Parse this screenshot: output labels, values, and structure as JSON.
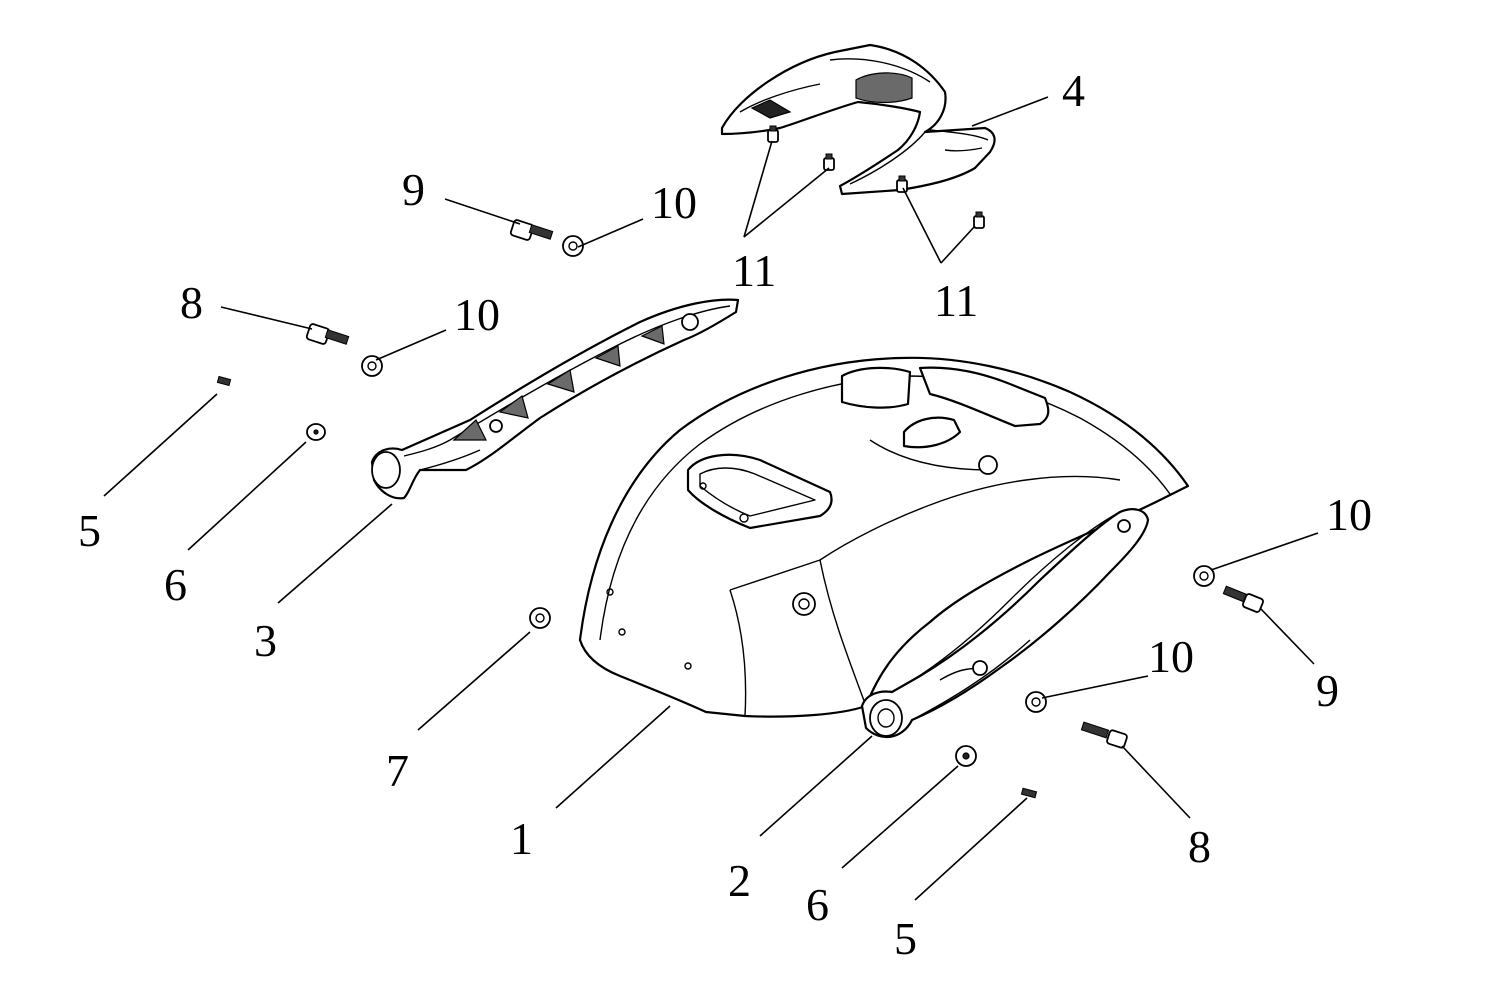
{
  "diagram": {
    "callouts": [
      {
        "id": "c1",
        "label": "1"
      },
      {
        "id": "c2",
        "label": "2"
      },
      {
        "id": "c3",
        "label": "3"
      },
      {
        "id": "c4",
        "label": "4"
      },
      {
        "id": "c5a",
        "label": "5"
      },
      {
        "id": "c5b",
        "label": "5"
      },
      {
        "id": "c6a",
        "label": "6"
      },
      {
        "id": "c6b",
        "label": "6"
      },
      {
        "id": "c7",
        "label": "7"
      },
      {
        "id": "c8a",
        "label": "8"
      },
      {
        "id": "c8b",
        "label": "8"
      },
      {
        "id": "c9a",
        "label": "9"
      },
      {
        "id": "c9b",
        "label": "9"
      },
      {
        "id": "c10a",
        "label": "10"
      },
      {
        "id": "c10b",
        "label": "10"
      },
      {
        "id": "c10c",
        "label": "10"
      },
      {
        "id": "c10d",
        "label": "10"
      },
      {
        "id": "c11a",
        "label": "11"
      },
      {
        "id": "c11b",
        "label": "11"
      }
    ]
  }
}
